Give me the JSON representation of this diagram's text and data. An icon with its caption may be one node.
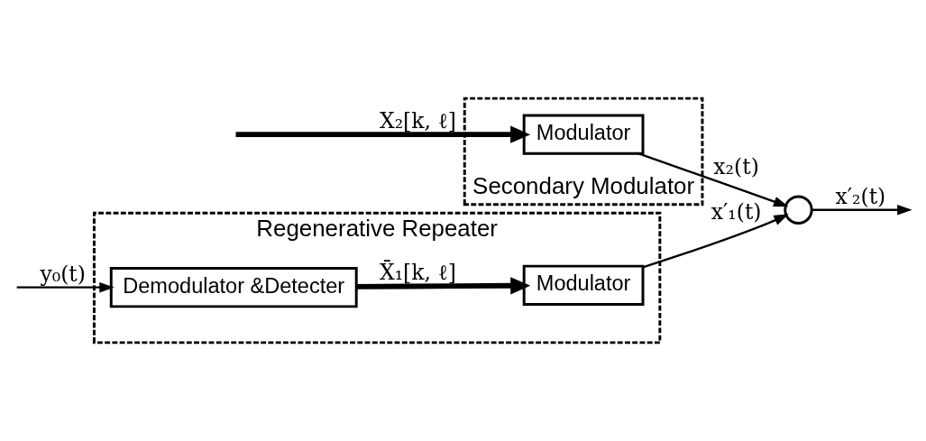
{
  "diagram": {
    "nodes": [
      {
        "text": [
          "Regenerative Repeater"
        ]
      },
      {
        "text": [
          "Demodulator &Detecter"
        ],
        "in": 0
      },
      {
        "text": [
          "Modulator"
        ],
        "in": 0
      },
      {
        "text": [
          "Secondary Modulator"
        ]
      },
      {
        "text": [
          "Modulator"
        ],
        "in": 3
      },
      {
        "text": [],
        "shape": "circle"
      }
    ],
    "edges": [
      {
        "from": null,
        "to": 1,
        "arrow": "to",
        "label": "y₀(t)"
      },
      {
        "from": 1,
        "to": 2,
        "arrow": "to",
        "label": "X̄₁[k, ℓ]",
        "style": "thick"
      },
      {
        "from": 2,
        "to": 5,
        "arrow": "to",
        "label": "x′₁(t)"
      },
      {
        "from": null,
        "to": 4,
        "arrow": "to",
        "label": "X₂[k, ℓ]",
        "style": "thick"
      },
      {
        "from": 4,
        "to": 5,
        "arrow": "to",
        "label": "x₂(t)"
      },
      {
        "from": 5,
        "to": null,
        "arrow": "to",
        "label": "x′₂(t)"
      }
    ]
  }
}
